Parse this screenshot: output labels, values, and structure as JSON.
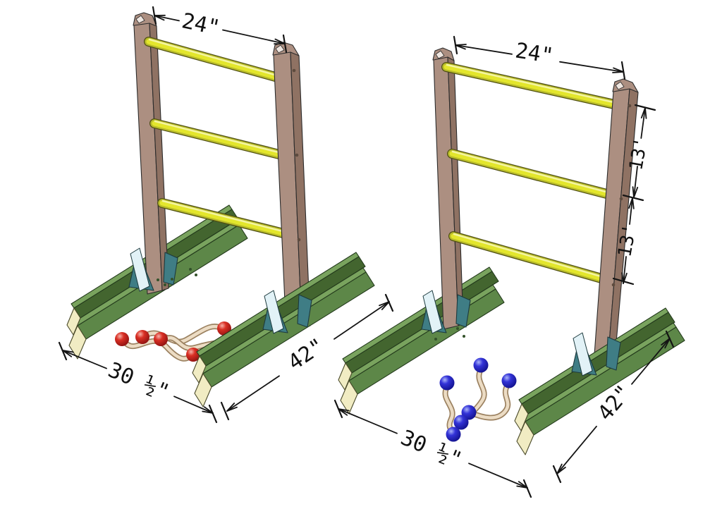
{
  "diagram": {
    "kind": "isometric assembly drawing",
    "subject": "ladder toss / ladder golf game set (two ladders with bolas)",
    "ladders": [
      {
        "name": "left ladder",
        "bola_color": "red",
        "visible_ball_count": 5,
        "rung_count": 3,
        "dims": {
          "rung_width": "24\"",
          "base_spread": "30 ½\"",
          "base_length": "42\""
        }
      },
      {
        "name": "right ladder",
        "bola_color": "blue",
        "visible_ball_count": 6,
        "rung_count": 3,
        "dims": {
          "rung_width": "24\"",
          "rung_spacing_upper": "13'",
          "rung_spacing_lower": "13'",
          "base_spread": "30 ½\"",
          "base_length": "42\""
        }
      }
    ],
    "colors": {
      "post": "#ac8f81",
      "post_shade": "#8f7263",
      "rung_bright": "#e3e62c",
      "rung_dark": "#4f4f14",
      "base_green": "#5d8748",
      "base_green_light": "#79a35e",
      "base_green_dark": "#43652f",
      "base_end_cream": "#f1ecc3",
      "bracket_teal": "#3f7d85",
      "bracket_light": "#e2f2f7",
      "ball_red": "#c21d1d",
      "ball_blue": "#2727c4",
      "rope": "#ecdcc4",
      "dimension_line": "#141414",
      "background": "#ffffff"
    }
  }
}
